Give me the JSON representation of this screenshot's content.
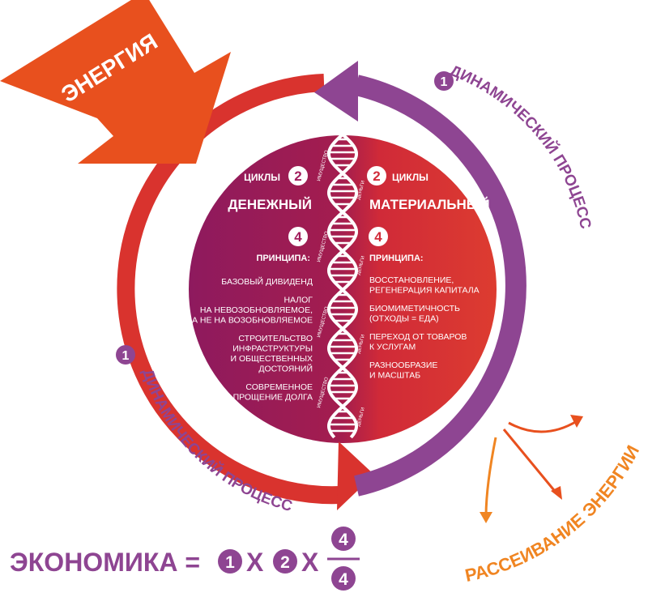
{
  "energy_label": "ЭНЕРГИЯ",
  "dissipation_label": "РАССЕИВАНИЕ ЭНЕРГИИ",
  "process_top": {
    "number": "1",
    "label": "ДИНАМИЧЕСКИЙ ПРОЦЕСС"
  },
  "process_bottom": {
    "number": "1",
    "label": "ДИНАМИЧЕСКИЙ ПРОЦЕСС"
  },
  "dna_labels": {
    "property": "ИМУЩЕСТВО",
    "money": "ДЕНЬГИ"
  },
  "left": {
    "cycles_label": "ЦИКЛЫ",
    "cycles_count": "2",
    "title": "ДЕНЕЖНЫЙ",
    "principles_count": "4",
    "principles_label": "ПРИНЦИПА:",
    "principles": [
      [
        "БАЗОВЫЙ ДИВИДЕНД"
      ],
      [
        "НАЛОГ",
        "НА НЕВОЗОБНОВЛЯЕМОЕ,",
        "А НЕ НА ВОЗОБНОВЛЯЕМОЕ"
      ],
      [
        "СТРОИТЕЛЬСТВО",
        "ИНФРАСТРУКТУРЫ",
        "И ОБЩЕСТВЕННЫХ",
        "ДОСТОЯНИЙ"
      ],
      [
        "СОВРЕМЕННОЕ",
        "ПРОЩЕНИЕ ДОЛГА"
      ]
    ]
  },
  "right": {
    "cycles_label": "ЦИКЛЫ",
    "cycles_count": "2",
    "title": "МАТЕРИАЛЬНЫЙ",
    "principles_count": "4",
    "principles_label": "ПРИНЦИПА:",
    "principles": [
      [
        "ВОССТАНОВЛЕНИЕ,",
        "РЕГЕНЕРАЦИЯ КАПИТАЛА"
      ],
      [
        "БИОМИМЕТИЧНОСТЬ",
        "(ОТХОДЫ = ЕДА)"
      ],
      [
        "ПЕРЕХОД ОТ ТОВАРОВ",
        "К УСЛУГАМ"
      ],
      [
        "РАЗНООБРАЗИЕ",
        "И МАСШТАБ"
      ]
    ]
  },
  "formula": {
    "label": "ЭКОНОМИКА =",
    "n1": "1",
    "times1": "Х",
    "n2": "2",
    "times2": "Х",
    "numerator": "4",
    "denominator": "4"
  },
  "colors": {
    "orange": "#E8501E",
    "red": "#D9332E",
    "purple": "#8E4592",
    "magenta": "#A11D5C",
    "crimson": "#D12C3A",
    "dissipation": "#F08522"
  }
}
